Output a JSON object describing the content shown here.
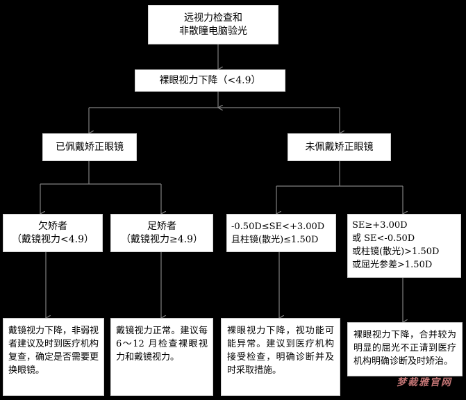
{
  "nodes": {
    "root": [
      "远视力检查和",
      "非散瞳电脑验光"
    ],
    "uncorrected": "裸眼视力下降（<4.9）",
    "wearing_glasses": "已佩戴矫正眼镜",
    "no_glasses": "未佩戴矫正眼镜",
    "under_corrected": [
      "欠矫者",
      "（戴镜视力<4.9）"
    ],
    "fully_corrected": [
      "足矫者",
      "（戴镜视力≥4.9）"
    ],
    "se_mild": [
      "-0.50D≤SE<+3.00D",
      "且柱镜(散光)≤1.50D"
    ],
    "se_severe": [
      "SE≥+3.00D",
      "或 SE<-0.50D",
      "或柱镜(散光)>1.50D",
      "或屈光参差>1.50D"
    ],
    "advice_under": "戴镜视力下降，非弱视者建议及时到医疗机构复查，确定是否需要更换眼镜。",
    "advice_full": "戴镜视力正常。建议每 6～12 月检查裸眼视力和戴镜视力。",
    "advice_mild": "裸眼视力下降，视功能可能异常。建议到医疗机构接受检查，明确诊断并及时采取措施。",
    "advice_severe": "裸眼视力下降，合并较为明显的屈光不正请到医疗机构明确诊断及时矫治。"
  },
  "watermark": "梦裁雅官网",
  "colors": {
    "background": "#000000",
    "box": "#ffffff",
    "line": "#808080"
  }
}
